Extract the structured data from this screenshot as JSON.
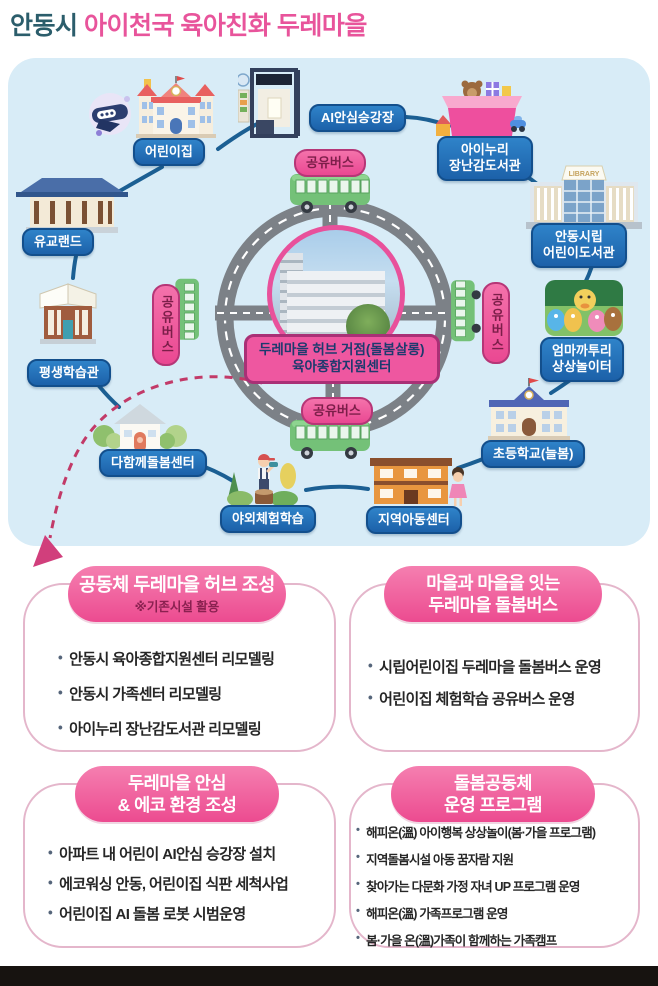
{
  "title": {
    "city": "안동시",
    "rest": "아이천국 육아친화 두레마을"
  },
  "colors": {
    "title_teal": "#2b5d6b",
    "title_pink": "#e8549b",
    "panel_blue": "#d8ecf7",
    "label_blue": "#1c61a9",
    "label_pink": "#ea4892",
    "hub_pink": "#ee57a0",
    "road_gray": "#7c8187",
    "connector_teal": "#1b5f93",
    "arrow_magenta": "#d13f7c",
    "bus_green": "#74c178",
    "box_border_pink": "#e4b6cb"
  },
  "diagram": {
    "labels": {
      "daycare": "어린이집",
      "ai_stop": "AI안심승강장",
      "toy_library": [
        "아이누리",
        "장난감도서관"
      ],
      "confucian_land": "유교랜드",
      "city_library": [
        "안동시립",
        "어린이도서관"
      ],
      "lifelong": "평생학습관",
      "katuri": [
        "엄마까투리",
        "상상놀이터"
      ],
      "hub": [
        "두레마을 허브 거점(돌봄살롱)",
        "육아종합지원센터"
      ],
      "care_center": "다함께돌봄센터",
      "elementary": "초등학교(늘봄)",
      "outdoor": "야외체험학습",
      "children_center": "지역아동센터",
      "bus": "공유버스",
      "library_sign": "LIBRARY"
    },
    "icons": [
      "daycare-building-icon",
      "robot-icon",
      "bus-shelter-icon",
      "toy-box-icon",
      "confucian-building-icon",
      "library-building-icon",
      "katuri-characters-photo",
      "lifelong-learning-building-icon",
      "care-house-icon",
      "school-icon",
      "outdoor-kid-icon",
      "children-center-building-icon",
      "shared-bus-icon",
      "hub-center-photo",
      "circular-road",
      "dashed-arrow"
    ]
  },
  "boxes": [
    {
      "title_lines": [
        "공동체 두레마을 허브 조성"
      ],
      "subtitle": "※기존시설 활용",
      "items": [
        "안동시 육아종합지원센터 리모델링",
        "안동시 가족센터 리모델링",
        "아이누리 장난감도서관 리모델링"
      ]
    },
    {
      "title_lines": [
        "마을과 마을을 잇는",
        "두레마을 돌봄버스"
      ],
      "items": [
        "시립어린이집 두레마을 돌봄버스 운영",
        "어린이집 체험학습 공유버스 운영"
      ]
    },
    {
      "title_lines": [
        "두레마을 안심",
        "& 에코 환경 조성"
      ],
      "items": [
        "아파트 내 어린이 AI안심 승강장 설치",
        "에코워싱 안동, 어린이집 식판 세척사업",
        "어린이집 AI 돌봄 로봇 시범운영"
      ]
    },
    {
      "title_lines": [
        "돌봄공동체",
        "운영 프로그램"
      ],
      "items": [
        "해피온(溫) 아이행복 상상놀이(봄·가을 프로그램)",
        "지역돌봄시설 아동 꿈자람 지원",
        "찾아가는 다문화 가정 자녀 UP 프로그램 운영",
        "해피온(溫) 가족프로그램 운영",
        "봄·가을 온(溫)가족이 함께하는 가족캠프"
      ]
    }
  ]
}
